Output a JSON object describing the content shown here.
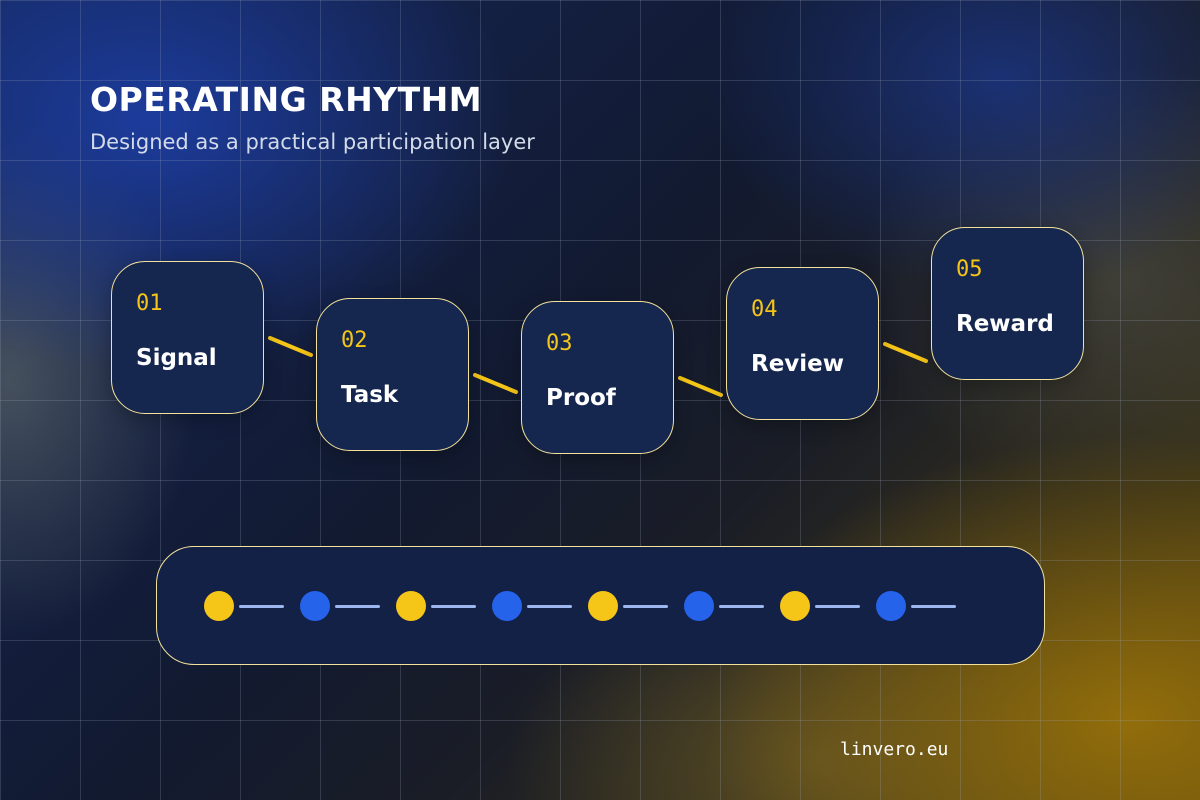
{
  "header": {
    "title": "OPERATING RHYTHM",
    "subtitle": "Designed as a practical participation layer"
  },
  "steps": [
    {
      "number": "01",
      "label": "Signal"
    },
    {
      "number": "02",
      "label": "Task"
    },
    {
      "number": "03",
      "label": "Proof"
    },
    {
      "number": "04",
      "label": "Review"
    },
    {
      "number": "05",
      "label": "Reward"
    }
  ],
  "track": {
    "nodes": [
      "yellow",
      "blue",
      "yellow",
      "blue",
      "yellow",
      "blue",
      "yellow",
      "blue"
    ]
  },
  "colors": {
    "yellow": "#f5c518",
    "blue": "#2563eb",
    "connector": "#f5c518",
    "line": "#9bb7ee"
  },
  "footer": {
    "site": "linvero.eu"
  }
}
